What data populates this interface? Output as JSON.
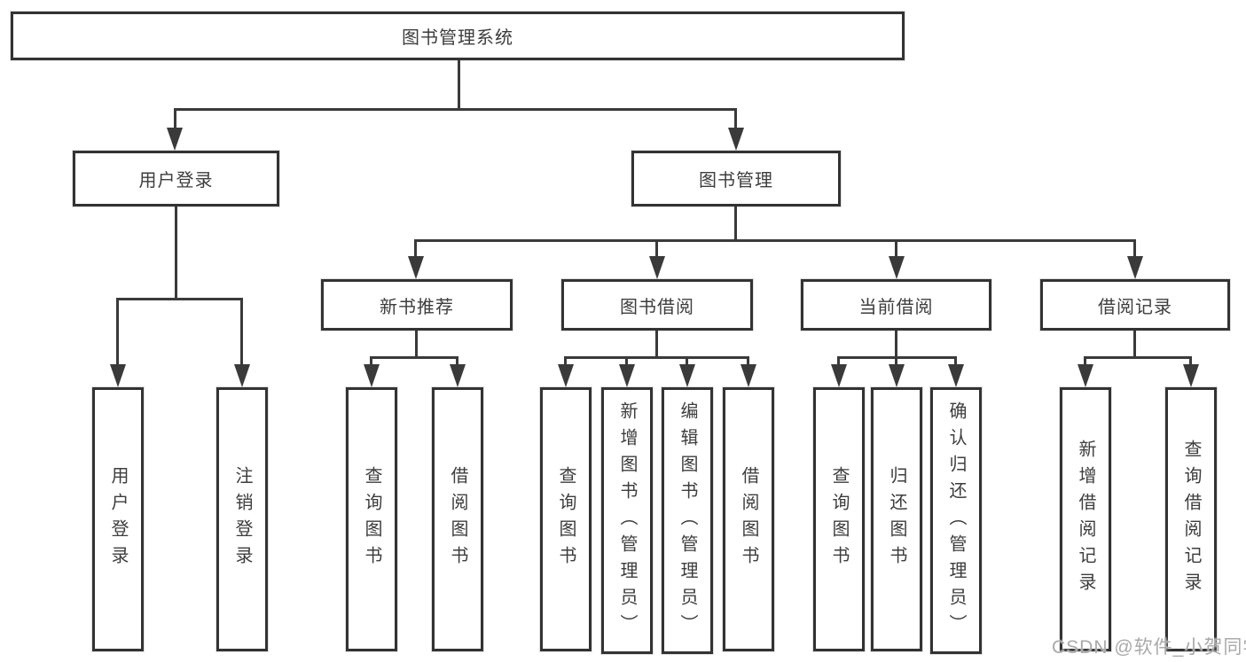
{
  "root": {
    "label": "图书管理系统"
  },
  "user_login": {
    "label": "用户登录",
    "children": [
      {
        "label": "用户登录"
      },
      {
        "label": "注销登录"
      }
    ]
  },
  "book_mgmt": {
    "label": "图书管理",
    "sections": {
      "new_book_rec": {
        "label": "新书推荐",
        "children": [
          {
            "label": "查询图书"
          },
          {
            "label": "借阅图书"
          }
        ]
      },
      "book_borrow": {
        "label": "图书借阅",
        "children": [
          {
            "label": "查询图书"
          },
          {
            "label": "新增图书（管理员）"
          },
          {
            "label": "编辑图书（管理员）"
          },
          {
            "label": "借阅图书"
          }
        ]
      },
      "current_borrow": {
        "label": "当前借阅",
        "children": [
          {
            "label": "查询图书"
          },
          {
            "label": "归还图书"
          },
          {
            "label": "确认归还（管理员）"
          }
        ]
      },
      "borrow_records": {
        "label": "借阅记录",
        "children": [
          {
            "label": "新增借阅记录"
          },
          {
            "label": "查询借阅记录"
          }
        ]
      }
    }
  },
  "watermark": "CSDN @软件_小贺同学",
  "colors": {
    "background": "#ffffff",
    "box_border": "#333333",
    "connector_line": "#3a3a3a",
    "text": "#3d3d3d",
    "watermark": "#a9a9a9"
  }
}
